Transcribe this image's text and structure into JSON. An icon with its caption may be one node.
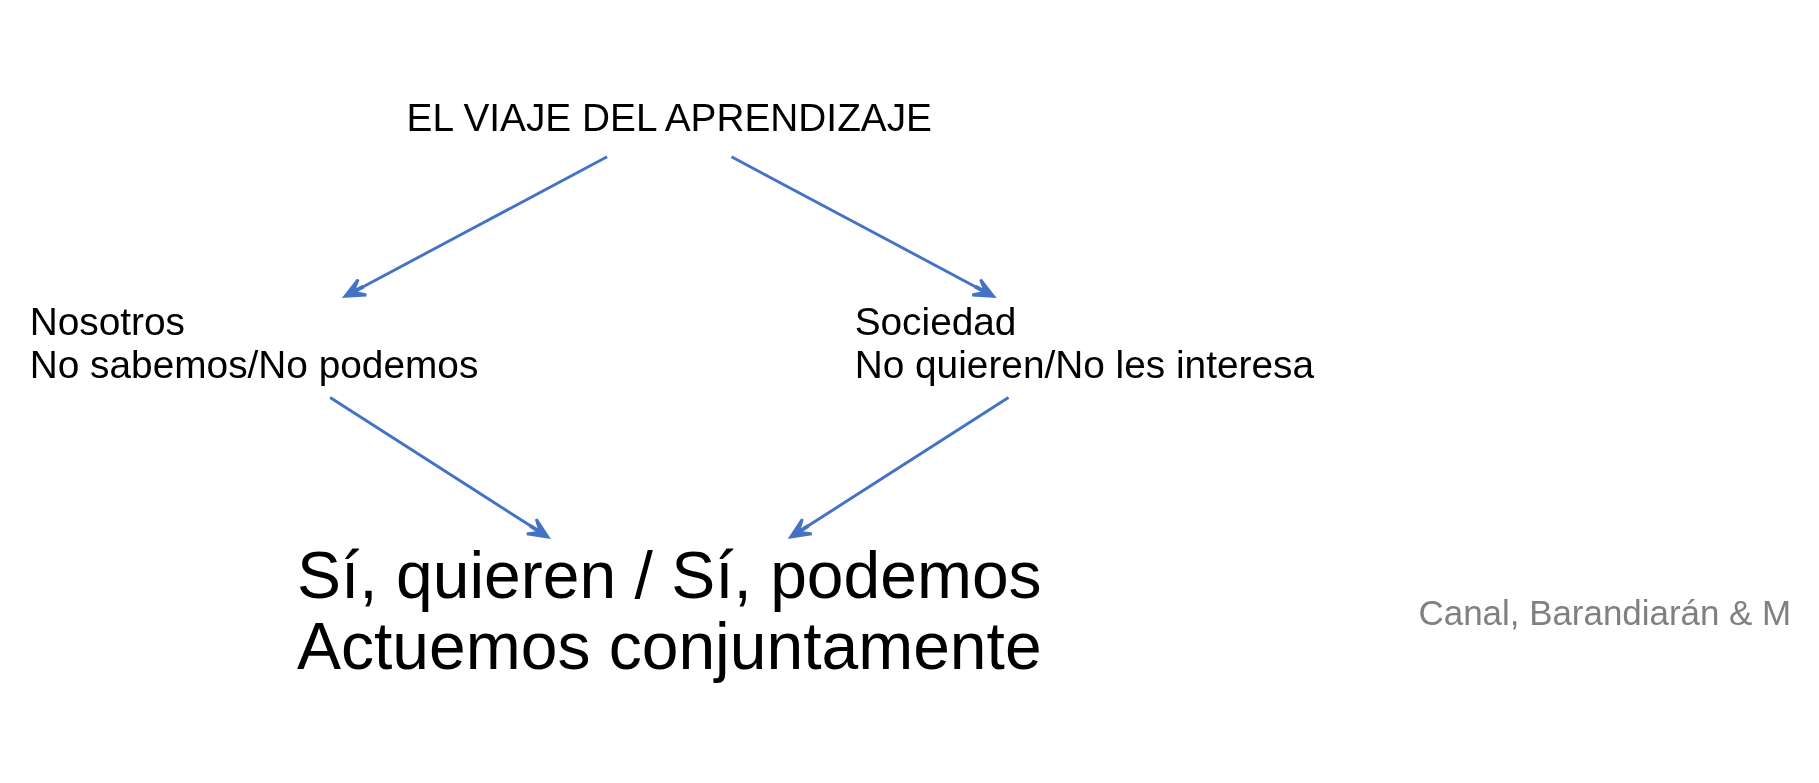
{
  "diagram": {
    "nodes": [
      {
        "text": [
          "EL VIAJE DEL APRENDIZAJE"
        ]
      },
      {
        "text": [
          "Nosotros",
          "No sabemos/No podemos"
        ]
      },
      {
        "text": [
          "Sociedad",
          "No quieren/No les interesa"
        ]
      },
      {
        "text": [
          "Sí, quieren / Sí, podemos",
          "Actuemos conjuntamente"
        ]
      }
    ],
    "edges": [
      {
        "from": 0,
        "to": 1,
        "arrow": "to",
        "color": "#4472c4"
      },
      {
        "from": 0,
        "to": 2,
        "arrow": "to",
        "color": "#4472c4"
      },
      {
        "from": 1,
        "to": 3,
        "arrow": "to",
        "color": "#4472c4"
      },
      {
        "from": 2,
        "to": 3,
        "arrow": "to",
        "color": "#4472c4"
      }
    ],
    "labels": [
      "Canal, Barandiarán & M"
    ]
  }
}
